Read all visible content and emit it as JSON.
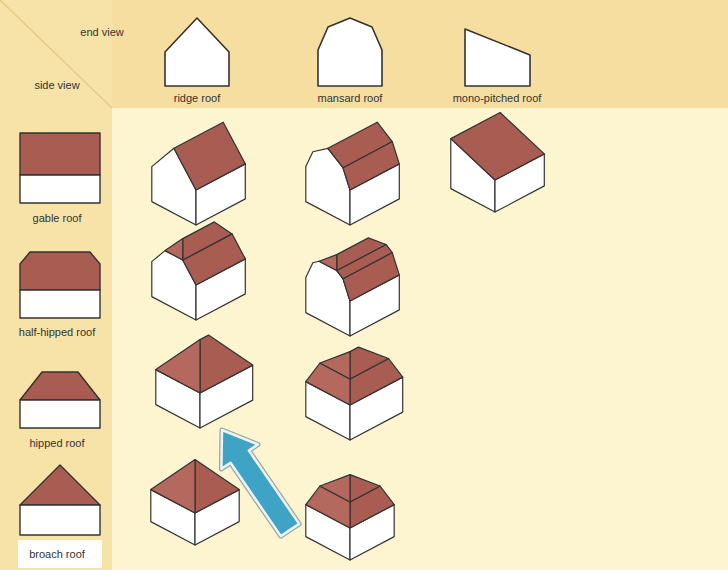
{
  "diagram": {
    "labels": [
      "end view",
      "side view",
      "ridge roof",
      "mansard roof",
      "mono-pitched roof",
      "gable roof",
      "half-hipped roof",
      "hipped roof",
      "broach roof"
    ]
  }
}
